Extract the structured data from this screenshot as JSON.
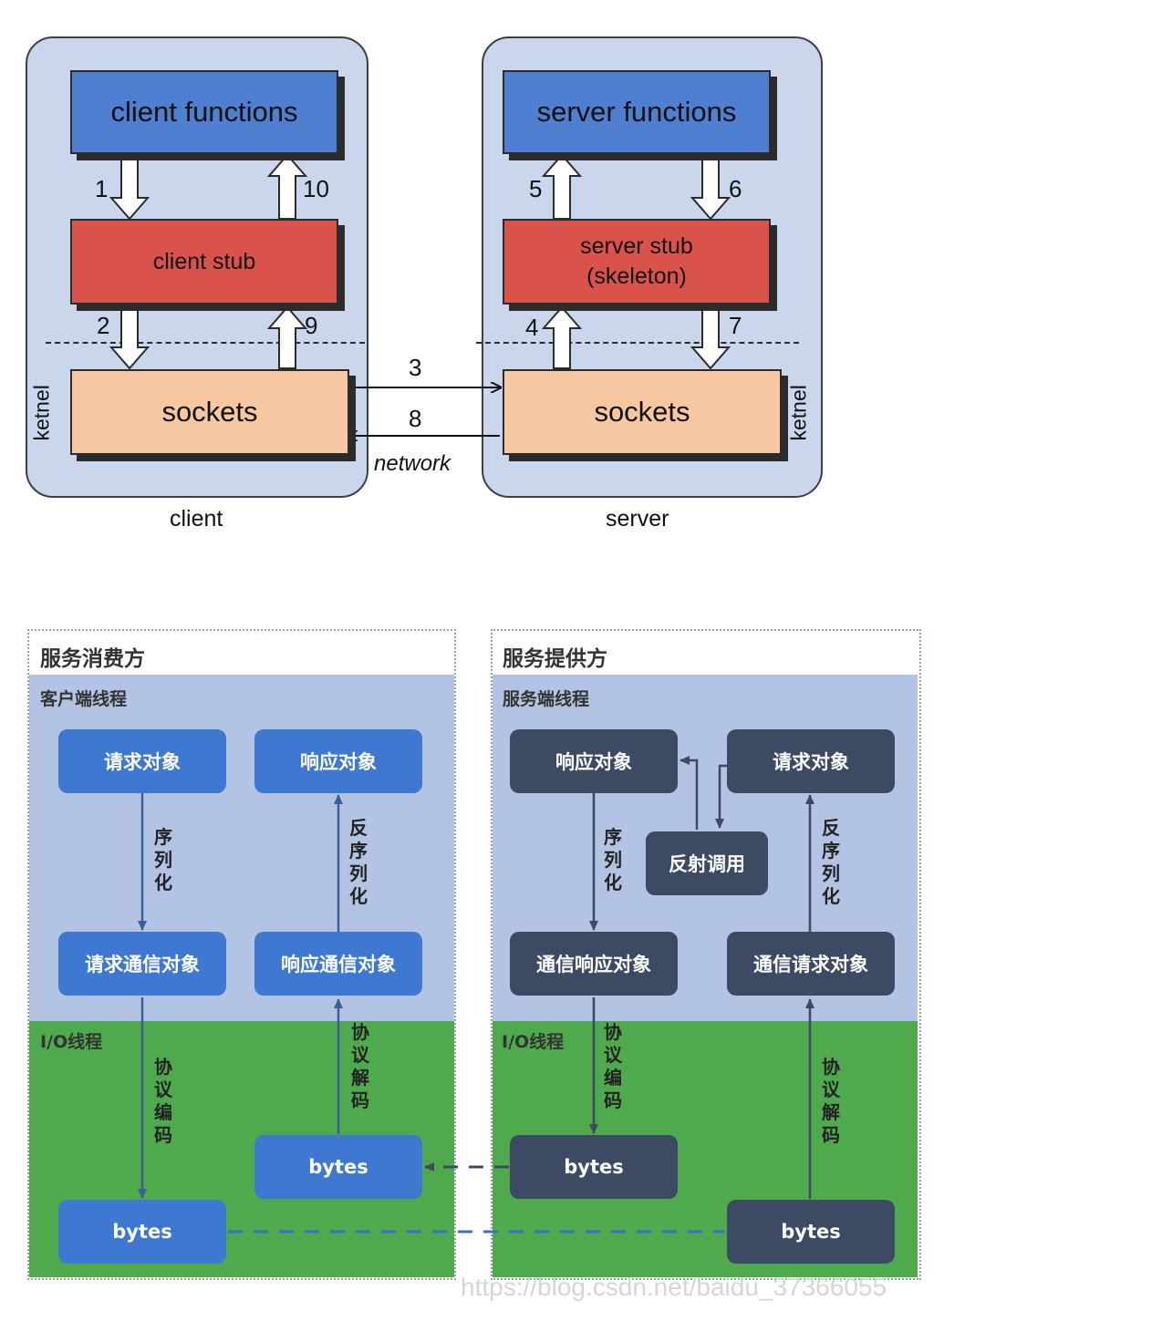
{
  "rpc": {
    "client_functions": "client functions",
    "server_functions": "server functions",
    "client_stub": "client stub",
    "server_stub_line1": "server stub",
    "server_stub_line2": "(skeleton)",
    "sockets": "sockets",
    "kernel": "ketnel",
    "network": "network",
    "client_caption": "client",
    "server_caption": "server",
    "steps": [
      "1",
      "2",
      "3",
      "4",
      "5",
      "6",
      "7",
      "8",
      "9",
      "10"
    ]
  },
  "consumer": {
    "title": "服务消费方",
    "client_thread": "客户端线程",
    "io_thread": "I/O线程",
    "request_object": "请求对象",
    "response_object": "响应对象",
    "serialize": "序列化",
    "deserialize": "反序列化",
    "request_comm_object": "请求通信对象",
    "response_comm_object": "响应通信对象",
    "protocol_encode": "协议编码",
    "protocol_decode": "协议解码",
    "bytes_out": "bytes",
    "bytes_in": "bytes"
  },
  "provider": {
    "title": "服务提供方",
    "server_thread": "服务端线程",
    "io_thread": "I/O线程",
    "response_object": "响应对象",
    "request_object": "请求对象",
    "reflection_call": "反射调用",
    "serialize": "序列化",
    "deserialize": "反序列化",
    "comm_response_object": "通信响应对象",
    "comm_request_object": "通信请求对象",
    "protocol_encode": "协议编码",
    "protocol_decode": "协议解码",
    "bytes_out": "bytes",
    "bytes_in": "bytes"
  },
  "watermark": "https://blog.csdn.net/baidu_37366055",
  "colors": {
    "panel": "#c9d6ec",
    "function_box": "#4e7fd0",
    "stub_box": "#d9534a",
    "socket_box": "#f6c7a0",
    "thread_bg": "#b3c3e3",
    "io_bg": "#4eaa4c",
    "consumer_box": "#3f78d1",
    "provider_box": "#3c4b63"
  }
}
